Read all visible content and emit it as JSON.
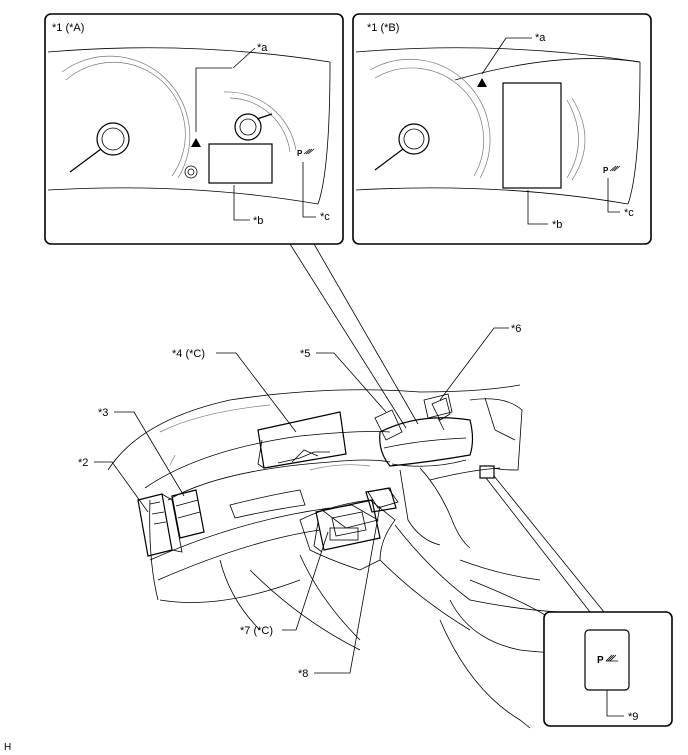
{
  "panels": {
    "left_title": "*1 (*A)",
    "right_title": "*1 (*B)",
    "callout_a": "*a",
    "callout_b": "*b",
    "callout_c": "*c",
    "park_indicator": "P"
  },
  "components": {
    "c2": "*2",
    "c3": "*3",
    "c4": "*4 (*C)",
    "c5": "*5",
    "c6": "*6",
    "c7": "*7 (*C)",
    "c8": "*8",
    "c9": "*9"
  },
  "switch_symbol": "P",
  "corner_mark": "H"
}
